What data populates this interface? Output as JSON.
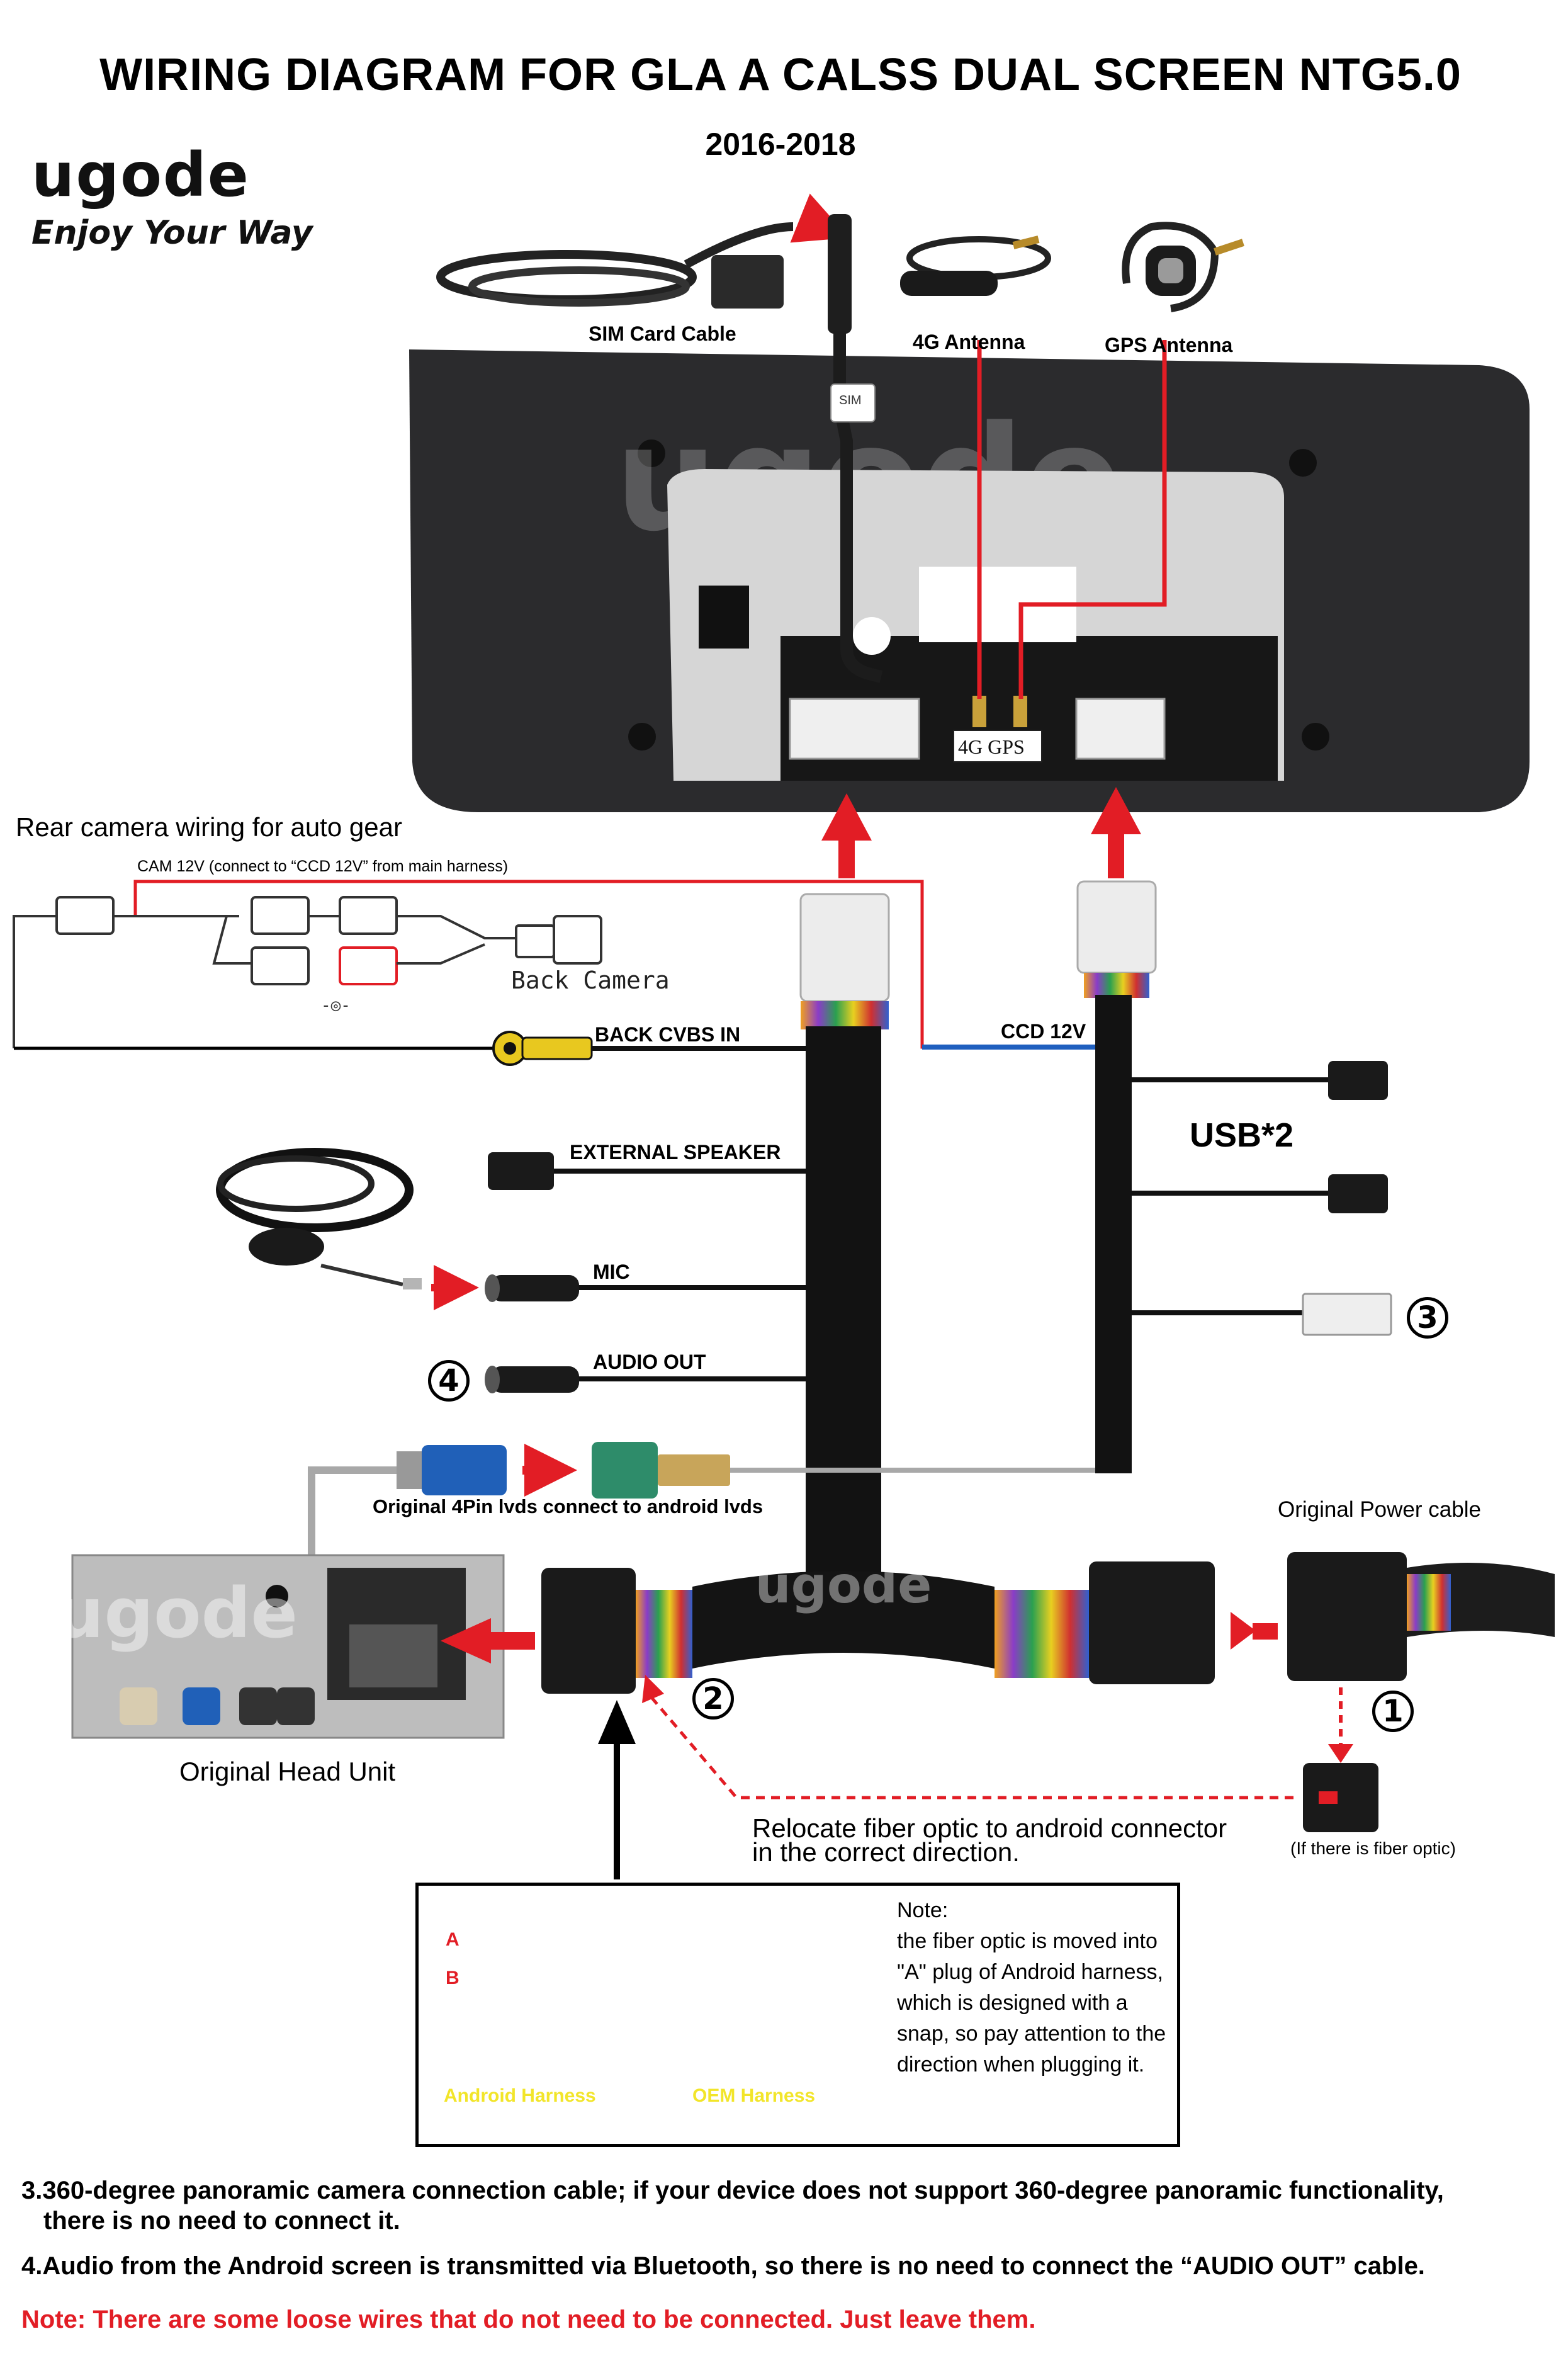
{
  "header": {
    "title": "WIRING DIAGRAM FOR GLA A CALSS DUAL SCREEN NTG5.0",
    "subtitle": "2016-2018"
  },
  "logo": {
    "word": "ugode",
    "tagline": "Enjoy Your Way"
  },
  "top_labels": {
    "sim_card_cable": "SIM Card Cable",
    "antenna_4g": "4G Antenna",
    "antenna_gps": "GPS Antenna",
    "sim_tag": "SIM",
    "port_label": "4G GPS"
  },
  "rear_camera": {
    "heading": "Rear camera wiring for auto gear",
    "cam_12v_note": "CAM 12V (connect to “CCD 12V” from main harness)",
    "back_camera": "Back Camera"
  },
  "harness_labels": {
    "back_cvbs_in": "BACK CVBS IN",
    "ccd_12v": "CCD 12V",
    "usb": "USB*2",
    "external_speaker": "EXTERNAL SPEAKER",
    "mic": "MIC",
    "audio_out": "AUDIO OUT",
    "lvds": "Original 4Pin lvds connect to android lvds",
    "original_power": "Original Power cable",
    "head_unit": "Original Head Unit",
    "relocate_line1": "Relocate fiber optic to android connector",
    "relocate_line2": "in the correct direction.",
    "fiber_note": "(If there is fiber optic)"
  },
  "markers": {
    "m1": "1",
    "m2": "2",
    "m3": "3",
    "m4": "4"
  },
  "note_box": {
    "note": "Note:\nthe fiber optic is moved into \"A\" plug of Android harness, which is designed with a snap, so pay attention to the direction when plugging it.",
    "android_harness": "Android Harness",
    "oem_harness": "OEM Harness",
    "plug_a": "A",
    "plug_b": "B"
  },
  "footer": {
    "item3": "3.360-degree panoramic camera connection cable; if your device does not support 360-degree panoramic functionality,",
    "item3b": "there is no need to connect it.",
    "item4": "4.Audio from the Android screen is transmitted via Bluetooth, so there is no need to connect the “AUDIO OUT” cable.",
    "warning": "Note: There are some loose wires that do not need to be connected. Just leave them."
  },
  "colors": {
    "accent_red": "#e21d25",
    "ccd_blue": "#1f5fbf",
    "screen_body": "#2b2b2d",
    "lvds_gray": "#a8a8a8"
  }
}
